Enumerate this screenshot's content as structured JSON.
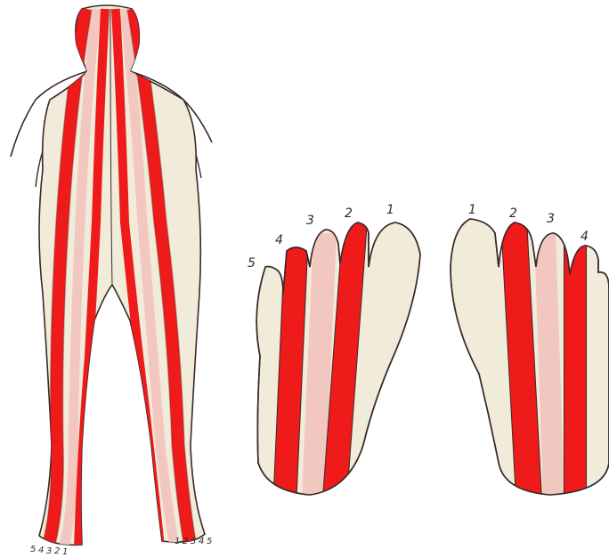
{
  "colors": {
    "background": "#ffffff",
    "skin": "#f1ebd9",
    "red": "#ef1a1a",
    "pink": "#f2c7c0",
    "outline": "#3a2a2a"
  },
  "left_foot": {
    "toe_labels": [
      "5",
      "4",
      "3",
      "2",
      "1"
    ]
  },
  "right_foot": {
    "toe_labels": [
      "1",
      "2",
      "3",
      "4"
    ]
  },
  "body": {
    "left_foot_labels": [
      "5",
      "4",
      "3",
      "2",
      "1"
    ],
    "right_foot_labels": [
      "1",
      "2",
      "3",
      "4",
      "5"
    ]
  }
}
